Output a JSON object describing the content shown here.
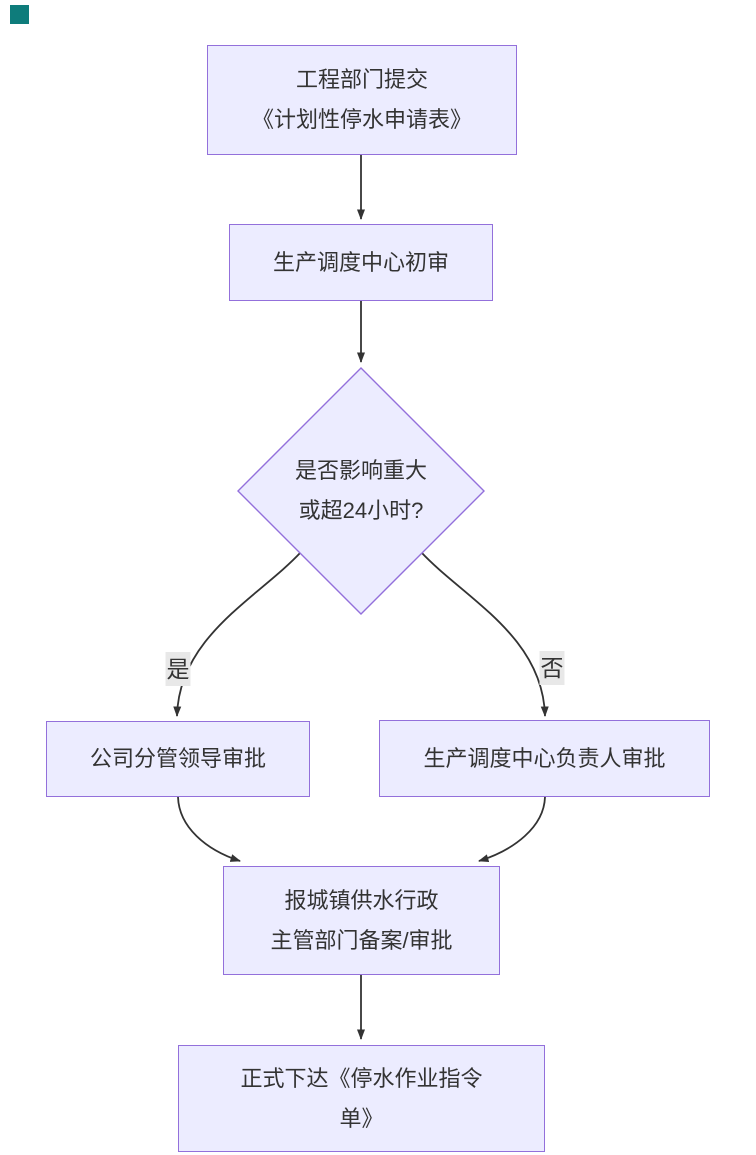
{
  "flowchart": {
    "nodes": {
      "submit": "工程部门提交\n《计划性停水申请表》",
      "initial_review": "生产调度中心初审",
      "decision": "是否影响重大\n或超24小时?",
      "leader_approval": "公司分管领导审批",
      "dispatch_head_approval": "生产调度中心负责人审批",
      "report_filing": "报城镇供水行政\n主管部门备案/审批",
      "issue_order": "正式下达《停水作业指令\n单》"
    },
    "edge_labels": {
      "yes": "是",
      "no": "否"
    },
    "colors": {
      "node_fill": "#ECECFF",
      "node_border": "#9370DB",
      "edge_line": "#333333",
      "edge_label_bg": "#e8e8e8",
      "text": "#333333",
      "corner_square": "#0e7c7b"
    }
  }
}
